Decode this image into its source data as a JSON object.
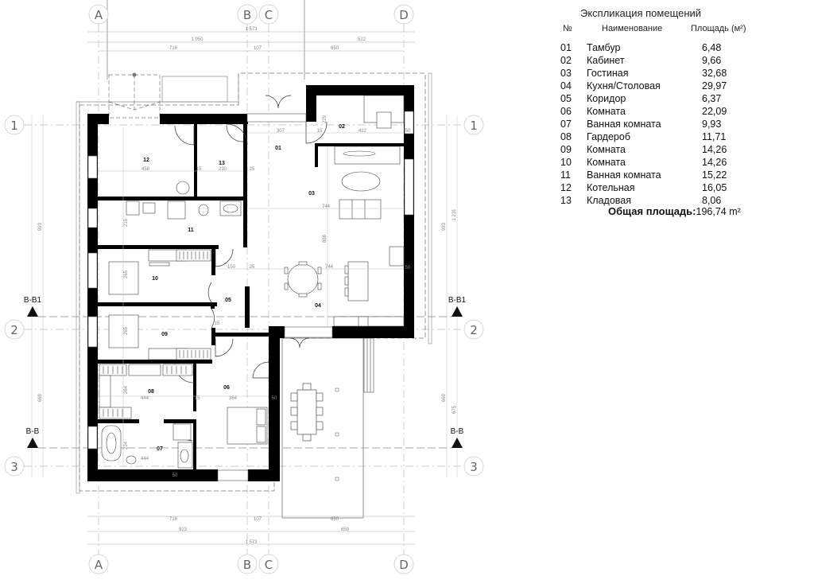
{
  "legend": {
    "title": "Экспликация помещений",
    "col_num": "№",
    "col_name": "Наименование",
    "col_area": "Площадь (м²)",
    "rooms": [
      {
        "num": "01",
        "name": "Тамбур",
        "area": "6,48"
      },
      {
        "num": "02",
        "name": "Кабинет",
        "area": "9,66"
      },
      {
        "num": "03",
        "name": "Гостиная",
        "area": "32,68"
      },
      {
        "num": "04",
        "name": "Кухня/Столовая",
        "area": "29,97"
      },
      {
        "num": "05",
        "name": "Коридор",
        "area": "6,37"
      },
      {
        "num": "06",
        "name": "Комната",
        "area": "22,09"
      },
      {
        "num": "07",
        "name": "Ванная комната",
        "area": "9,93"
      },
      {
        "num": "08",
        "name": "Гардероб",
        "area": "11,71"
      },
      {
        "num": "09",
        "name": "Комната",
        "area": "14,26"
      },
      {
        "num": "10",
        "name": "Комната",
        "area": "14,26"
      },
      {
        "num": "11",
        "name": "Ванная комната",
        "area": "15,22"
      },
      {
        "num": "12",
        "name": "Котельная",
        "area": "16,05"
      },
      {
        "num": "13",
        "name": "Кладовая",
        "area": "8,06"
      }
    ],
    "total_label": "Общая площадь:",
    "total_value": "196,74 m²"
  },
  "plan": {
    "axes_x": [
      "A",
      "B",
      "C",
      "D"
    ],
    "axes_y": [
      "1",
      "2",
      "3"
    ],
    "sections": [
      "B-B1",
      "B-B"
    ],
    "dims_top": {
      "overall": "1 573",
      "row2_left": "1 050",
      "row2_right": "522",
      "row3": [
        "716",
        "107",
        "650"
      ]
    },
    "dims_bottom": {
      "row1": [
        "716",
        "107",
        "650"
      ],
      "row2": [
        "923",
        "650"
      ],
      "overall": "1 573"
    },
    "dims_left": [
      "993",
      "669"
    ],
    "dims_right": [
      "993",
      "1 231",
      "669",
      "675"
    ],
    "room_labels": {
      "r01": "01",
      "r02": "02",
      "r03": "03",
      "r04": "04",
      "r05": "05",
      "r06": "06",
      "r07": "07",
      "r08": "08",
      "r09": "09",
      "r10": "10",
      "r11": "11",
      "r12": "12",
      "r13": "13"
    },
    "inner_dims": {
      "d458": "458",
      "d230": "230",
      "d307": "307",
      "d422": "422",
      "d744a": "744",
      "d744b": "744",
      "d888": "888",
      "d150": "150",
      "d444a": "444",
      "d444b": "444",
      "d364": "364",
      "d229": "229",
      "d15a": "15",
      "d15b": "15",
      "d15c": "15",
      "d15d": "15",
      "d25a": "25",
      "d25b": "25",
      "d50a": "50",
      "d50b": "50",
      "d50c": "50",
      "d50d": "50",
      "d265a": "265",
      "d265b": "265",
      "d264": "264",
      "d224": "224",
      "d215": "215"
    }
  }
}
